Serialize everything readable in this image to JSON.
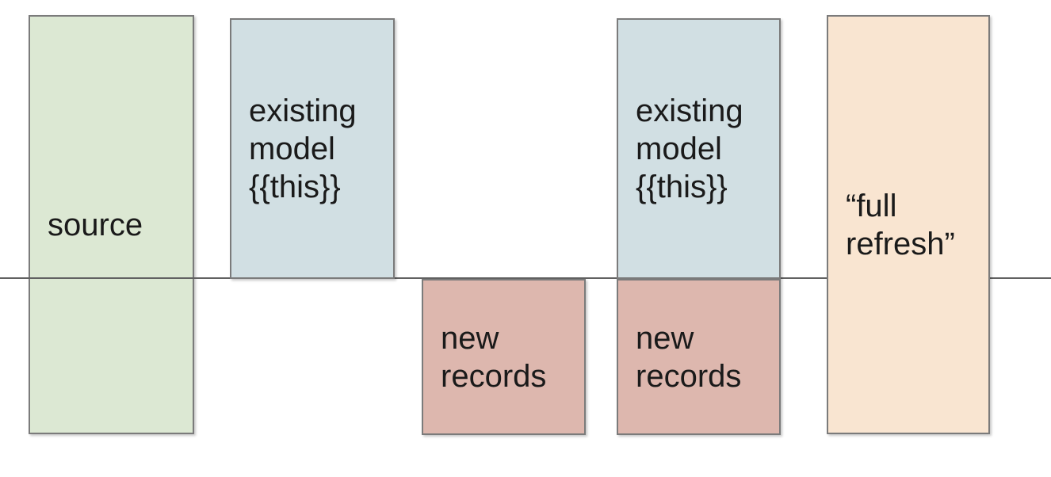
{
  "diagram": {
    "description": "Incremental model materialization diagram",
    "background_color": "#ffffff",
    "timeline_rule_color": "#616161",
    "box_border_color": "#7b7b7b",
    "text_color": "#1a1a1a",
    "boxes": {
      "source": {
        "label": "source",
        "fill": "#dce8d3",
        "position": "spans above and below the line"
      },
      "existing_model_1": {
        "label": "existing model {{this}}",
        "fill": "#d1dfe3",
        "position": "above the line"
      },
      "new_records_1": {
        "label": "new records",
        "fill": "#ddb7ae",
        "position": "below the line"
      },
      "existing_model_2": {
        "label": "existing model {{this}}",
        "fill": "#d1dfe3",
        "position": "above the line"
      },
      "new_records_2": {
        "label": "new records",
        "fill": "#ddb7ae",
        "position": "below the line"
      },
      "full_refresh": {
        "label": "“full refresh”",
        "fill": "#f9e5d1",
        "position": "spans above and below the line"
      }
    }
  }
}
